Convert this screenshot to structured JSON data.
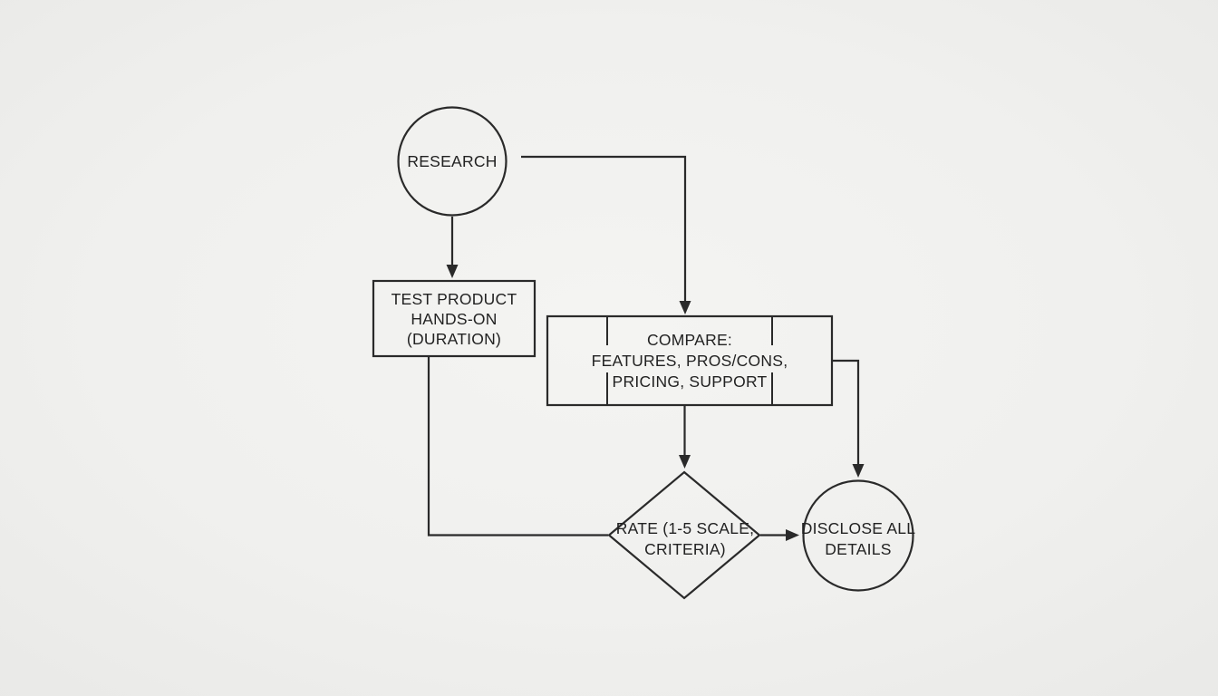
{
  "diagram": {
    "kind": "flowchart",
    "colors": {
      "background": "#f0f0ee",
      "stroke": "#2a2a2a",
      "text": "#222222"
    },
    "nodes": {
      "research": {
        "shape": "circle",
        "label": "RESEARCH"
      },
      "test_product": {
        "shape": "rectangle",
        "lines": [
          "TEST PRODUCT",
          "HANDS-ON",
          "(DURATION)"
        ]
      },
      "compare": {
        "shape": "rectangle-with-dividers",
        "lines": [
          "COMPARE:",
          "FEATURES, PROS/CONS,",
          "PRICING, SUPPORT"
        ]
      },
      "rate": {
        "shape": "diamond",
        "lines": [
          "RATE (1-5 SCALE,",
          "CRITERIA)"
        ]
      },
      "disclose": {
        "shape": "circle",
        "lines": [
          "DISCLOSE ALL",
          "DETAILS"
        ]
      }
    },
    "edges": [
      {
        "from": "research",
        "to": "test_product",
        "route": "straight-down",
        "arrow": true
      },
      {
        "from": "research",
        "to": "compare",
        "route": "right-then-down",
        "arrow": true
      },
      {
        "from": "compare",
        "to": "rate",
        "route": "straight-down",
        "arrow": true
      },
      {
        "from": "compare",
        "to": "disclose",
        "route": "right-then-down",
        "arrow": true
      },
      {
        "from": "test_product",
        "to": "rate",
        "route": "down-then-right",
        "arrow": false
      },
      {
        "from": "rate",
        "to": "disclose",
        "route": "straight-right",
        "arrow": true
      }
    ]
  }
}
